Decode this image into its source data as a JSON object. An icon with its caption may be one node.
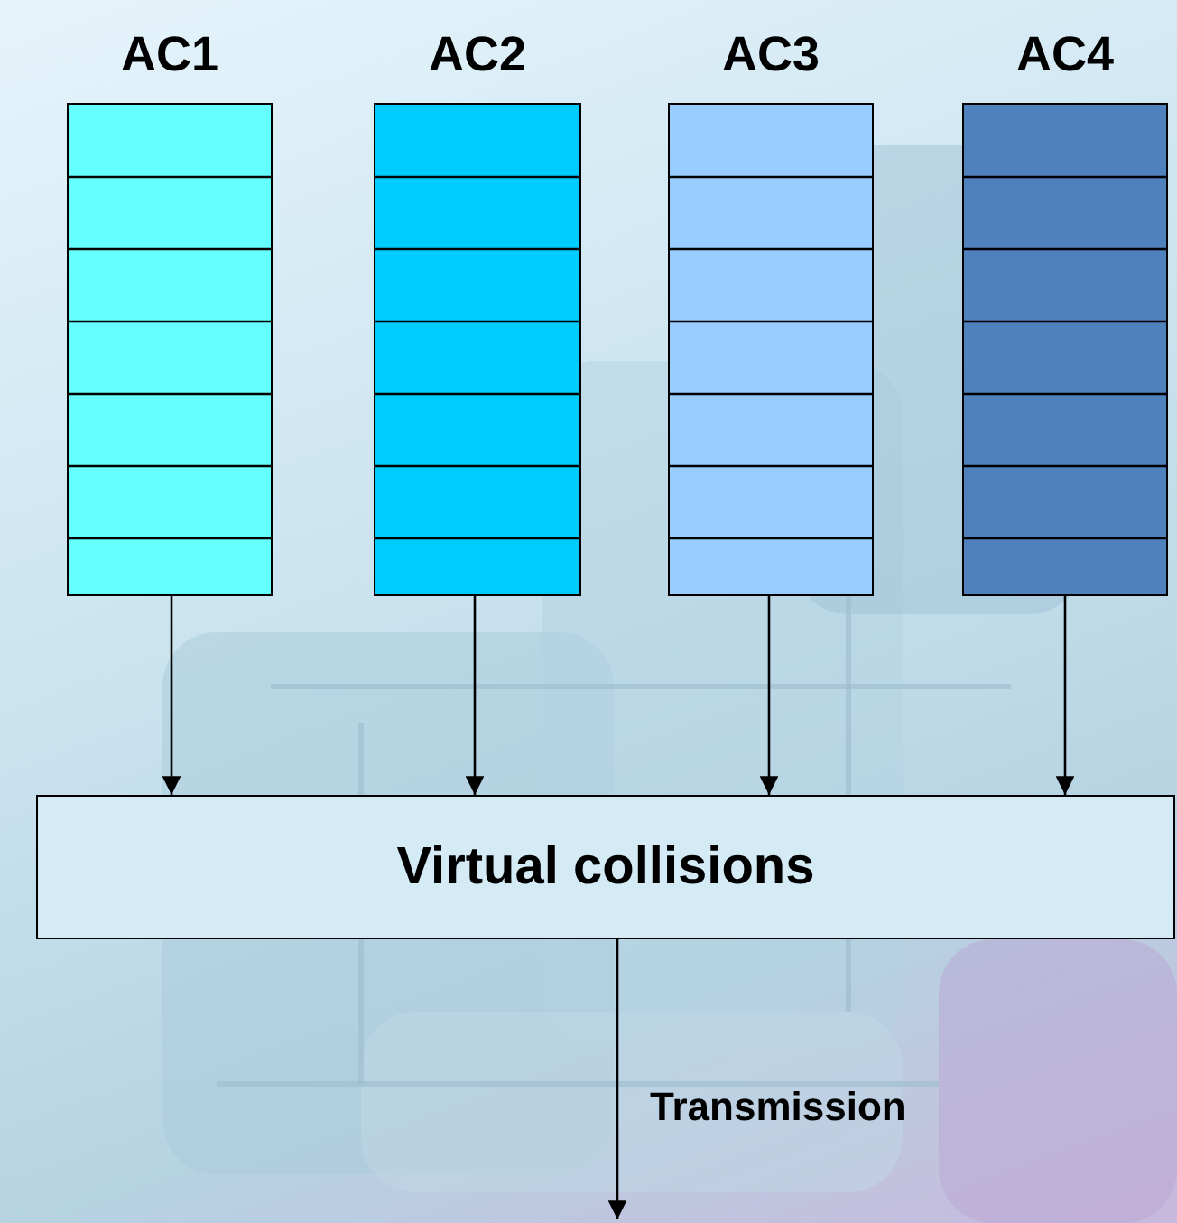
{
  "diagram": {
    "nodes": [
      {
        "text": [
          "AC1"
        ]
      },
      {
        "text": [
          "AC2"
        ]
      },
      {
        "text": [
          "AC3"
        ]
      },
      {
        "text": [
          "AC4"
        ]
      },
      {
        "text": [
          "Virtual collisions"
        ]
      }
    ],
    "edges": [
      {
        "from": 0,
        "to": 4,
        "arrow": "to"
      },
      {
        "from": 1,
        "to": 4,
        "arrow": "to"
      },
      {
        "from": 2,
        "to": 4,
        "arrow": "to"
      },
      {
        "from": 3,
        "to": 4,
        "arrow": "to"
      },
      {
        "from": 4,
        "to": null,
        "arrow": "to",
        "label": "Transmission"
      }
    ]
  }
}
